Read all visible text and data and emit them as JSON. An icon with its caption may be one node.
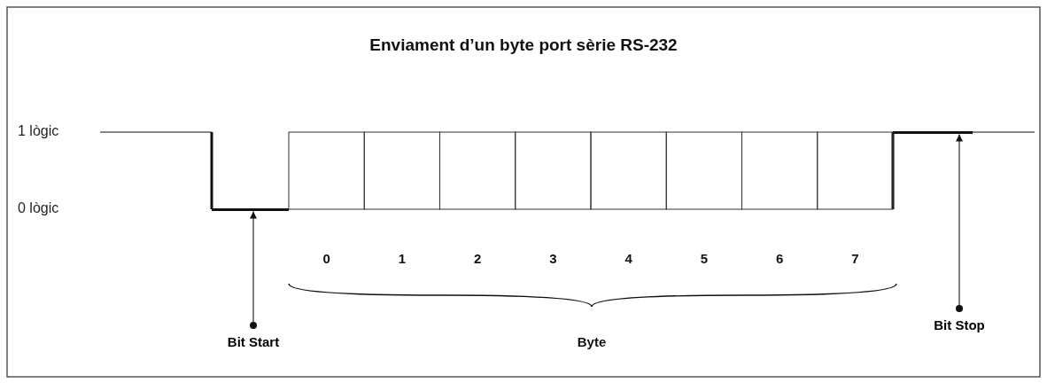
{
  "diagram": {
    "title": "Enviament d’un byte port sèrie RS-232",
    "nodes": [
      {
        "text": [
          "Bit Start"
        ]
      },
      {
        "text": [],
        "shape": "bar"
      },
      {
        "text": [
          "Bit Stop"
        ]
      },
      {
        "text": [],
        "shape": "bar"
      }
    ],
    "edges": [
      {
        "from": 0,
        "to": 1,
        "arrow": "to"
      },
      {
        "from": 2,
        "to": 3,
        "arrow": "to"
      }
    ],
    "labels": [
      "1 lògic",
      "0 lògic",
      "0",
      "1",
      "2",
      "3",
      "4",
      "5",
      "6",
      "7",
      "Byte"
    ]
  }
}
